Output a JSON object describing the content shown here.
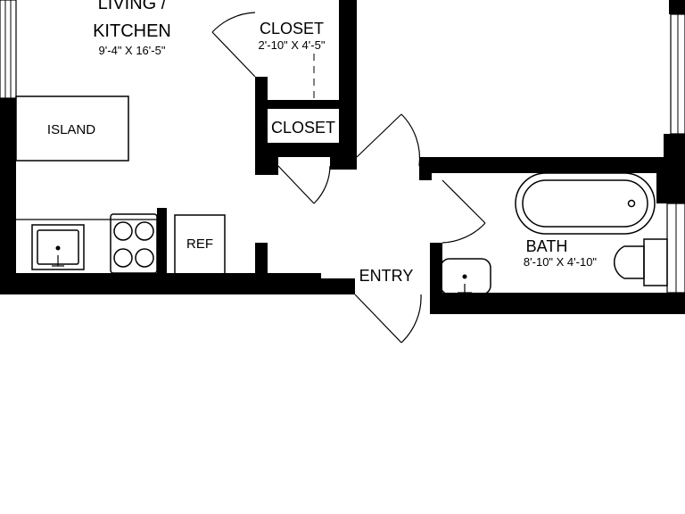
{
  "rooms": {
    "living": {
      "line1": "LIVING /",
      "line2": "KITCHEN",
      "dims": "9'-4\" X 16'-5\""
    },
    "closet_top": {
      "name": "CLOSET",
      "dims": "2'-10\" X 4'-5\""
    },
    "closet_small": {
      "name": "CLOSET"
    },
    "bath": {
      "name": "BATH",
      "dims": "8'-10\" X 4'-10\""
    },
    "entry": {
      "name": "ENTRY"
    }
  },
  "fixtures": {
    "island": "ISLAND",
    "ref": "REF"
  },
  "colors": {
    "wall": "#000000",
    "background": "#ffffff"
  }
}
